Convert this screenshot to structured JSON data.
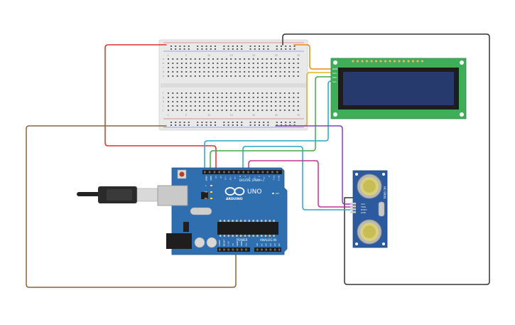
{
  "arduino": {
    "model_label": "UNO",
    "brand_label": "ARDUINO",
    "digital_header_label": "DIGITAL (PWM~)",
    "power_header_label": "POWER",
    "analog_header_label": "ANALOG IN",
    "led_labels": [
      "L",
      "TX",
      "RX"
    ],
    "on_label": "ON",
    "digital_pins": [
      "AREF",
      "GND",
      "13",
      "12",
      "~11",
      "~10",
      "~9",
      "8",
      "7",
      "~6",
      "~5",
      "4",
      "~3",
      "2",
      "TX 1",
      "RX 0"
    ],
    "power_pins": [
      "IOREF",
      "RESET",
      "3.3V",
      "5V",
      "GND",
      "GND",
      "Vin"
    ],
    "analog_pins": [
      "A0",
      "A1",
      "A2",
      "A3",
      "A4",
      "A5"
    ]
  },
  "lcd": {
    "pin_labels": [
      "GND",
      "VCC",
      "SDA",
      "SCL"
    ]
  },
  "ultrasonic": {
    "model_label": "HC-SR04",
    "pin_labels": [
      "VCC",
      "TRIG",
      "ECHO",
      "GND"
    ]
  },
  "breadboard": {
    "row_letters_top": [
      "a",
      "b",
      "c",
      "d",
      "e"
    ],
    "row_letters_bottom": [
      "f",
      "g",
      "h",
      "i",
      "j"
    ],
    "column_numbers": [
      "1",
      "5",
      "10",
      "15",
      "20",
      "25",
      "30"
    ]
  },
  "colors": {
    "board_blue": "#2f6fb0",
    "lcd_green": "#3fae58",
    "lcd_screen": "#263a6d",
    "sensor_blue": "#2b5a9e",
    "wire_red": "#d9342b",
    "wire_orange": "#e58a1f",
    "wire_yellow": "#e2b51c",
    "wire_green": "#44a94a",
    "wire_cyan": "#2aa6c9",
    "wire_magenta": "#c0338f",
    "wire_purple": "#8a3fb5",
    "wire_black": "#333333",
    "wire_brown": "#8c6239"
  }
}
